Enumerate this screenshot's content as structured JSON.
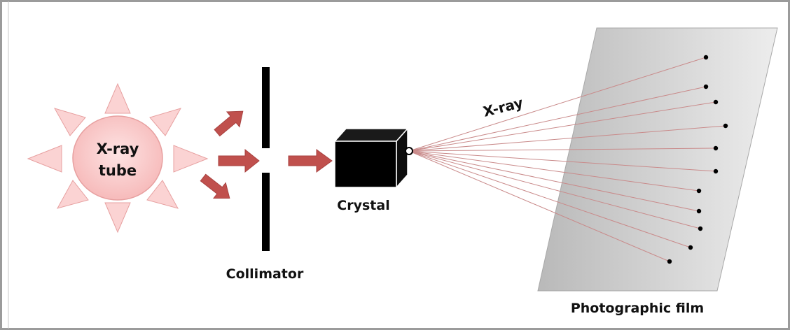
{
  "diagram": {
    "labels": {
      "tube_line1": "X-ray",
      "tube_line2": "tube",
      "collimator": "Collimator",
      "crystal": "Crystal",
      "xray": "X-ray",
      "film": "Photographic film"
    },
    "colors": {
      "frame": "#9b9b9b",
      "sun_fill": "#f9c9c9",
      "sun_stroke": "#e7a0a0",
      "ray_fill": "#fbd3d3",
      "arrow": "#c0504d",
      "beam": "#c98a8a",
      "film_fill": "#cfcfcf",
      "ink": "#000000"
    },
    "icons": [
      "sun-icon",
      "arrow-icon",
      "cube-icon",
      "film-plane"
    ]
  }
}
